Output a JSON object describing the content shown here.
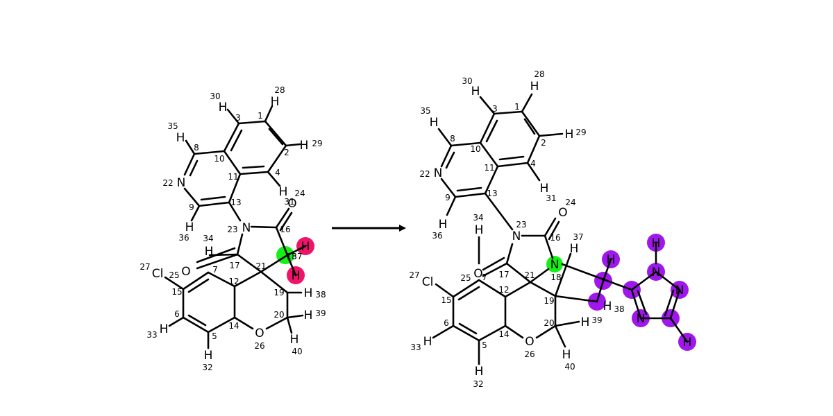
{
  "colors": {
    "green": "#16f016",
    "pink": "#f0136a",
    "purple": "#9f17ea",
    "bond": "#000000",
    "background": "#ffffff"
  },
  "left": {
    "atoms": [
      {
        "label": "H",
        "num": "28"
      },
      {
        "label": "H",
        "num": "30"
      },
      {
        "label": "H",
        "num": "35"
      },
      {
        "label": "H",
        "num": "29"
      },
      {
        "label": "N",
        "num": "22"
      },
      {
        "label": "H",
        "num": "36"
      },
      {
        "label": "H",
        "num": "31"
      },
      {
        "label": "O",
        "num": "24"
      },
      {
        "label": "N",
        "num": "23"
      },
      {
        "label": "H",
        "num": "34"
      },
      {
        "label": "Cl",
        "num": "27"
      },
      {
        "label": "O",
        "num": "25"
      },
      {
        "label": "H",
        "num": "37"
      },
      {
        "label": "H",
        "num": "38"
      },
      {
        "label": "H",
        "num": "39"
      },
      {
        "label": "O",
        "num": "26"
      },
      {
        "label": "H",
        "num": "33"
      },
      {
        "label": "H",
        "num": "32"
      },
      {
        "label": "H",
        "num": "40"
      },
      {
        "label": "H",
        "num": ""
      },
      {
        "label": "C",
        "num": "18"
      }
    ],
    "carbon_numbers": [
      "1",
      "2",
      "3",
      "4",
      "8",
      "9",
      "10",
      "11",
      "13",
      "16",
      "17",
      "21",
      "7",
      "12",
      "15",
      "6",
      "5",
      "14",
      "19",
      "20"
    ]
  },
  "right": {
    "atoms": [
      {
        "label": "H",
        "num": "28"
      },
      {
        "label": "H",
        "num": "30"
      },
      {
        "label": "H",
        "num": "35"
      },
      {
        "label": "H",
        "num": "29"
      },
      {
        "label": "N",
        "num": "22"
      },
      {
        "label": "H",
        "num": "31"
      },
      {
        "label": "H",
        "num": "36"
      },
      {
        "label": "H",
        "num": "34"
      },
      {
        "label": "N",
        "num": "23"
      },
      {
        "label": "O",
        "num": "24"
      },
      {
        "label": "H",
        "num": "37"
      },
      {
        "label": "N",
        "num": "18"
      },
      {
        "label": "O",
        "num": "25"
      },
      {
        "label": "Cl",
        "num": "27"
      },
      {
        "label": "H",
        "num": "38"
      },
      {
        "label": "H",
        "num": "39"
      },
      {
        "label": "O",
        "num": "26"
      },
      {
        "label": "H",
        "num": "33"
      },
      {
        "label": "H",
        "num": "32"
      },
      {
        "label": "H",
        "num": "40"
      }
    ],
    "carbon_numbers": [
      "1",
      "2",
      "3",
      "4",
      "8",
      "9",
      "10",
      "11",
      "13",
      "16",
      "17",
      "21",
      "7",
      "12",
      "15",
      "6",
      "5",
      "14",
      "19",
      "20"
    ],
    "fragment_atoms": [
      "H",
      "N",
      "N",
      "N",
      "H",
      "H"
    ]
  }
}
